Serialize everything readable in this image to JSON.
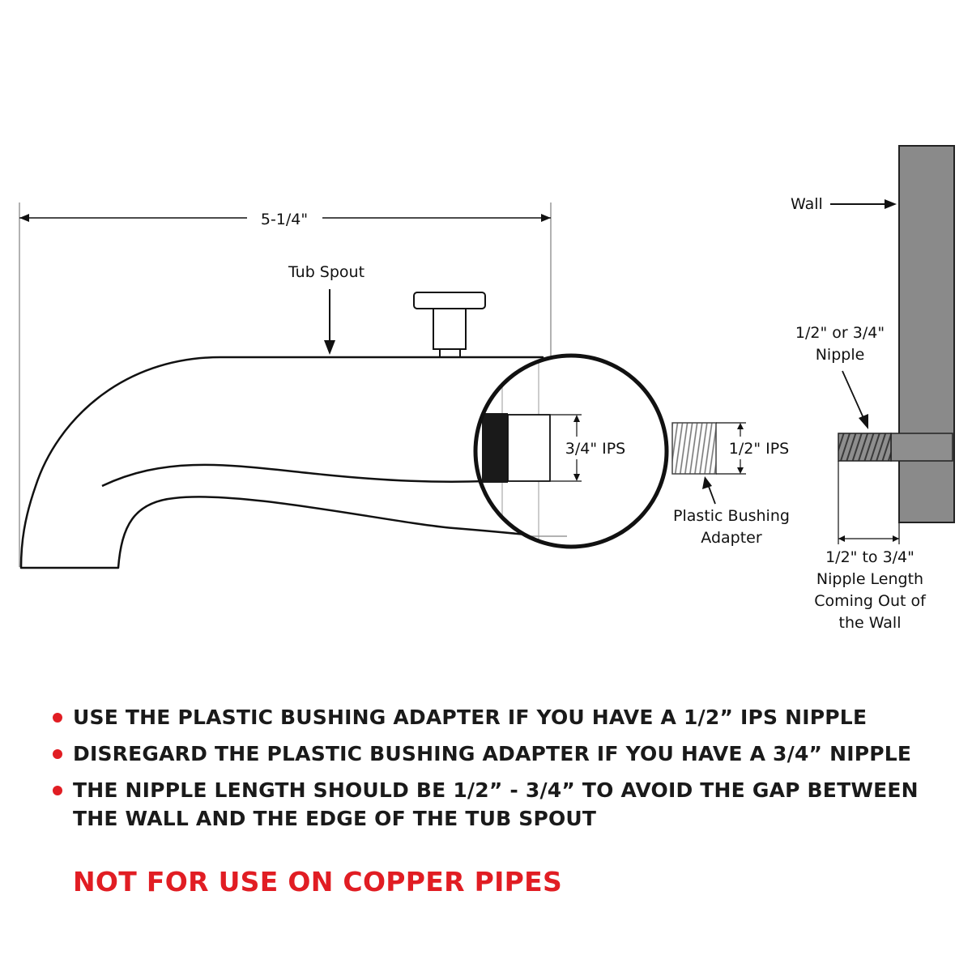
{
  "labels": {
    "width_dimension": "5-1/4\"",
    "tub_spout": "Tub Spout",
    "ips_large": "3/4\" IPS",
    "ips_small": "1/2\" IPS",
    "bushing_line1": "Plastic Bushing",
    "bushing_line2": "Adapter",
    "wall": "Wall",
    "nipple_line1": "1/2\" or 3/4\"",
    "nipple_line2": "Nipple",
    "length_line1": "1/2\" to 3/4\"",
    "length_line2": "Nipple Length",
    "length_line3": "Coming Out of",
    "length_line4": "the Wall"
  },
  "notes": [
    "USE THE PLASTIC BUSHING ADAPTER IF YOU HAVE A 1/2” IPS NIPPLE",
    "DISREGARD THE PLASTIC BUSHING ADAPTER IF YOU HAVE A 3/4” NIPPLE",
    "THE NIPPLE LENGTH SHOULD BE 1/2” - 3/4” TO AVOID THE GAP BETWEEN THE WALL AND THE EDGE OF THE TUB SPOUT"
  ],
  "warning": "NOT FOR USE ON COPPER PIPES",
  "colors": {
    "warning_red": "#e11d23",
    "wall_gray": "#8a8a8a",
    "pipe_gray": "#888888",
    "line": "#111111"
  }
}
